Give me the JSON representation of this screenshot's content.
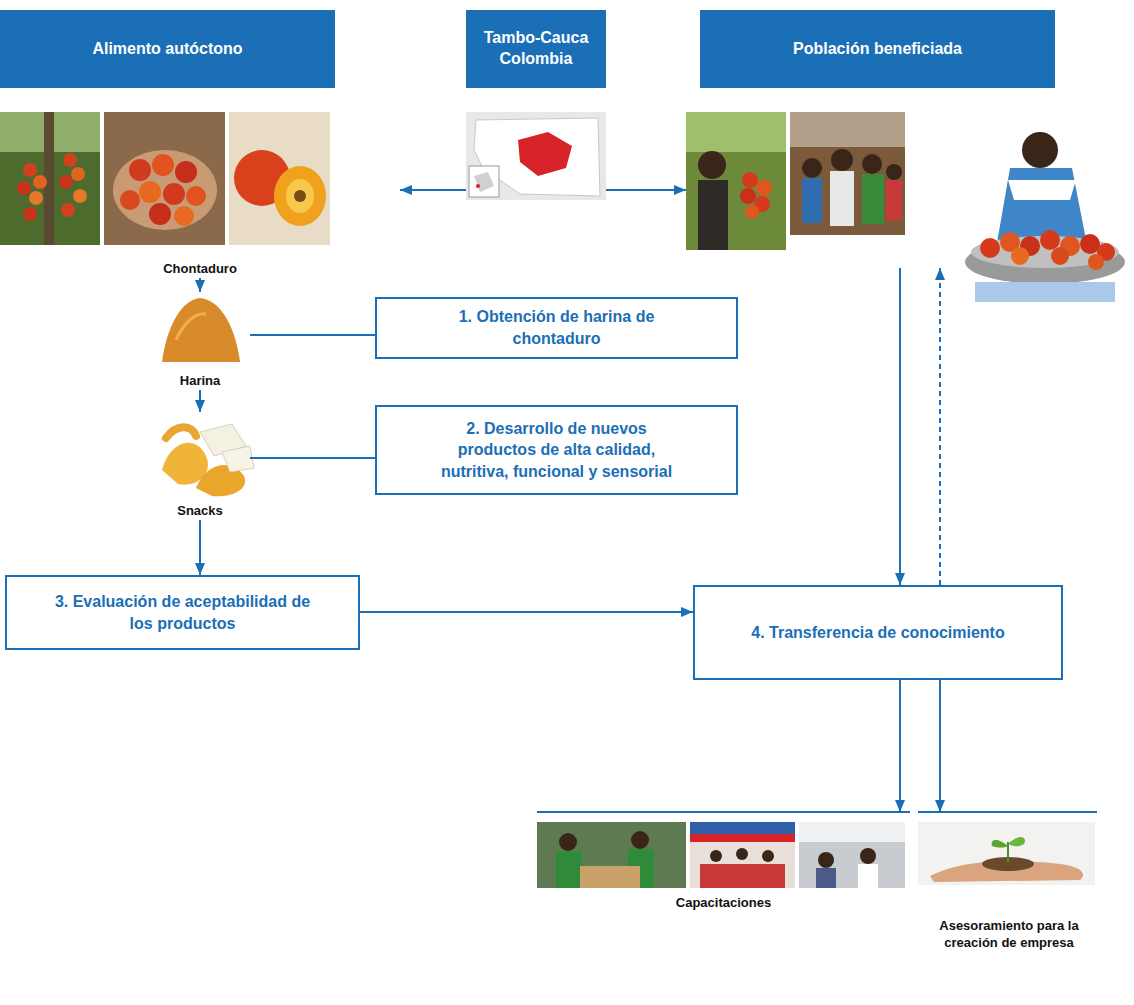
{
  "diagram": {
    "nodes": [
      {
        "text": [
          "Alimento autóctono"
        ]
      },
      {
        "text": [
          "Tambo-Cauca Colombia"
        ]
      },
      {
        "text": [
          "Población beneficiada"
        ]
      },
      {
        "text": [
          "Chontaduro"
        ]
      },
      {
        "text": [
          "Harina"
        ]
      },
      {
        "text": [
          "1. Obtención de harina de chontaduro"
        ]
      },
      {
        "text": [
          "Snacks"
        ]
      },
      {
        "text": [
          "2. Desarrollo de nuevos productos de alta calidad, nutritiva, funcional y sensorial"
        ]
      },
      {
        "text": [
          "3. Evaluación de aceptabilidad de los productos"
        ]
      },
      {
        "text": [
          "4. Transferencia de conocimiento"
        ]
      },
      {
        "text": [
          "Capacitaciones"
        ]
      },
      {
        "text": [
          "Asesoramiento para la creación de empresa"
        ]
      }
    ],
    "edges": [
      {
        "from": 1,
        "to": 3,
        "arrow": "to"
      },
      {
        "from": 1,
        "to": 2,
        "arrow": "to"
      },
      {
        "from": 3,
        "to": 4,
        "arrow": "to"
      },
      {
        "from": 4,
        "to": 6,
        "arrow": "to"
      },
      {
        "from": 6,
        "to": 8,
        "arrow": "to"
      },
      {
        "from": 8,
        "to": 9,
        "arrow": "to"
      },
      {
        "from": 2,
        "to": 9,
        "arrow": "to"
      },
      {
        "from": 9,
        "to": 2,
        "arrow": "to"
      },
      {
        "from": 9,
        "to": 10,
        "arrow": "to"
      },
      {
        "from": 9,
        "to": 11,
        "arrow": "to"
      },
      {
        "from": 4,
        "to": 5,
        "arrow": "none"
      },
      {
        "from": 6,
        "to": 7,
        "arrow": "none"
      }
    ]
  }
}
